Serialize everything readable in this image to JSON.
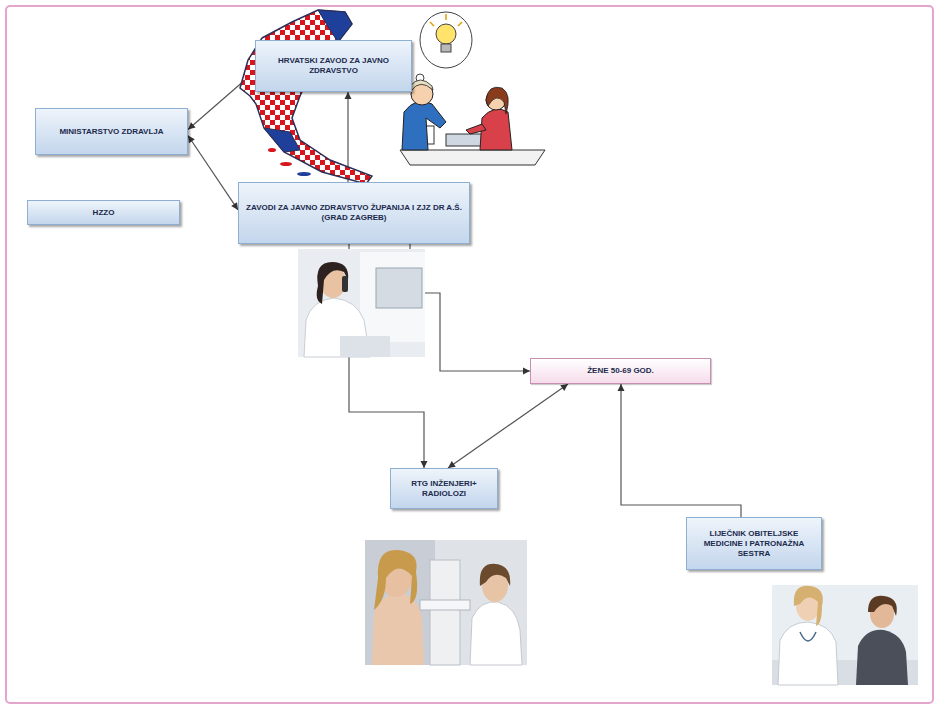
{
  "diagram": {
    "nodes": [
      {
        "text": [
          "HRVATSKI ZAVOD ZA JAVNO ZDRAVSTVO"
        ]
      },
      {
        "text": [
          "MINISTARSTVO ZDRAVLJA"
        ]
      },
      {
        "text": [
          "HZZO"
        ]
      },
      {
        "text": [
          "ZAVODI ZA JAVNO ZDRAVSTVO ŽUPANIJA I ZJZ DR A.Š. (GRAD ZAGREB)"
        ]
      },
      {
        "text": [
          "ŽENE 50-69 GOD."
        ]
      },
      {
        "text": [
          "RTG INŽENJERI+ RADIOLOZI"
        ]
      },
      {
        "text": [
          "LIJEČNIK OBITELJSKE MEDICINE I PATRONAŽNA SESTRA"
        ]
      }
    ],
    "edges": [
      {
        "from": 1,
        "to": 0,
        "arrow": "both"
      },
      {
        "from": 1,
        "to": 3,
        "arrow": "both"
      },
      {
        "from": 3,
        "to": 0,
        "arrow": "to"
      },
      {
        "from": 3,
        "to": 4,
        "arrow": "to"
      },
      {
        "from": 3,
        "to": 5,
        "arrow": "to"
      },
      {
        "from": 5,
        "to": 4,
        "arrow": "both"
      },
      {
        "from": 6,
        "to": 4,
        "arrow": "to"
      }
    ]
  }
}
